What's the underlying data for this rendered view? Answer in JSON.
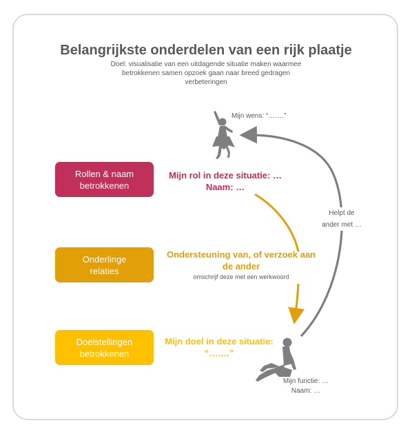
{
  "title": "Belangrijkste onderdelen van een rijk plaatje",
  "subtitle": "Doel: visualisatie van een uitdagende situatie maken waarmee betrokkenen samen opzoek gaan naar breed gedragen verbeteringen",
  "boxes": {
    "roles": [
      "Rollen & naam",
      "betrokkenen"
    ],
    "relations": [
      "Onderlinge",
      "relaties"
    ],
    "goals": [
      "Doelstellingen",
      "betrokkenen"
    ]
  },
  "role_text": [
    "Mijn rol in deze situatie: …",
    "Naam: …"
  ],
  "relation_text": [
    "Ondersteuning van, of verzoek aan",
    "de ander"
  ],
  "relation_sub": "omschrijf deze met een werkwoord",
  "goal_text": [
    "Mijn doel in deze situatie:",
    "“…….”"
  ],
  "wish_text": "Mijn wens: “…….”",
  "helps_text": [
    "Helpt de",
    "ander met …"
  ],
  "function_text": [
    "Mijn functie: …",
    "Naam: …"
  ],
  "colors": {
    "magenta": "#c0305a",
    "orange": "#e39f08",
    "yellow": "#ffc000",
    "gray": "#7f7f7f",
    "text": "#595959"
  },
  "icons": [
    "dancer-figure",
    "sitting-person-figure",
    "curved-arrow"
  ]
}
